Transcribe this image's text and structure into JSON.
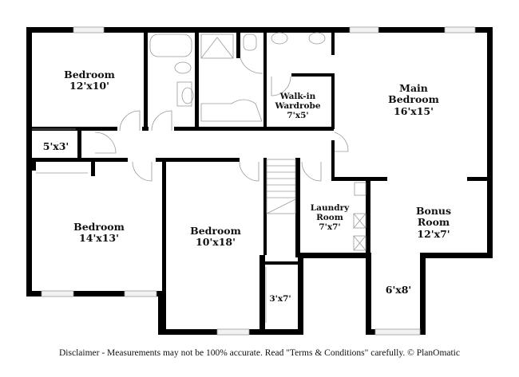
{
  "floorplan": {
    "rooms": [
      {
        "id": "bedroom-nw",
        "name": "Bedroom",
        "size": "12'x10'"
      },
      {
        "id": "closet-5x3",
        "name": "",
        "size": "5'x3'"
      },
      {
        "id": "walk-in-wardrobe",
        "name": "Walk-in Wardrobe",
        "name_line1": "Walk-in",
        "name_line2": "Wardrobe",
        "size": "7'x5'"
      },
      {
        "id": "main-bedroom",
        "name": "Main Bedroom",
        "name_line1": "Main",
        "name_line2": "Bedroom",
        "size": "16'x15'"
      },
      {
        "id": "bedroom-sw",
        "name": "Bedroom",
        "size": "14'x13'"
      },
      {
        "id": "bedroom-center",
        "name": "Bedroom",
        "size": "10'x18'"
      },
      {
        "id": "laundry-room",
        "name": "Laundry Room",
        "name_line1": "Laundry",
        "name_line2": "Room",
        "size": "7'x7'"
      },
      {
        "id": "bonus-room",
        "name": "Bonus Room",
        "name_line1": "Bonus",
        "name_line2": "Room",
        "size": "12'x7'"
      },
      {
        "id": "closet-3x7",
        "name": "",
        "size": "3'x7'"
      },
      {
        "id": "alcove-6x8",
        "name": "",
        "size": "6'x8'"
      }
    ],
    "unlabeled_areas": [
      "bathroom",
      "main-bathroom",
      "hallway",
      "stairs"
    ],
    "colors": {
      "wall": "#000000",
      "fixture": "#9a9a9a",
      "background": "#ffffff"
    }
  },
  "footer": {
    "disclaimer": "Disclaimer - Measurements may not be 100% accurate. Read \"Terms & Conditions\" carefully. © PlanOmatic"
  }
}
